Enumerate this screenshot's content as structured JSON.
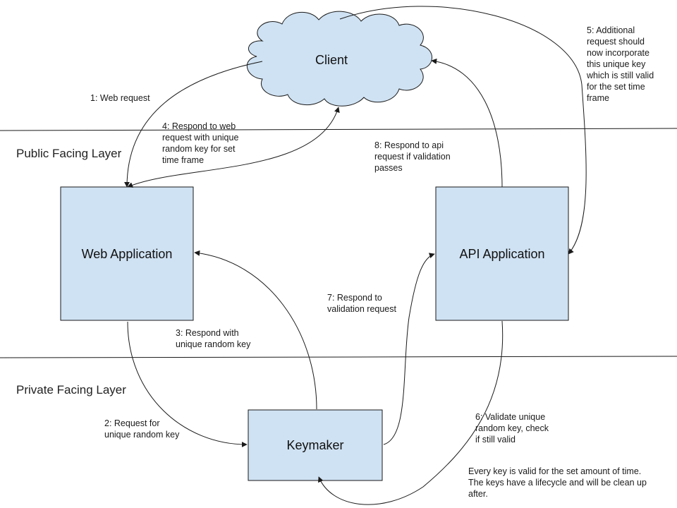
{
  "colors": {
    "box_fill": "#cfe2f3",
    "stroke": "#1a1a1a"
  },
  "layers": {
    "public": "Public Facing Layer",
    "private": "Private Facing Layer"
  },
  "nodes": {
    "client": "Client",
    "web_app": "Web Application",
    "api_app": "API Application",
    "keymaker": "Keymaker"
  },
  "edges": {
    "e1": "1: Web request",
    "e2": "2: Request for\nunique random key",
    "e3": "3: Respond with\nunique random key",
    "e4": "4: Respond to web\nrequest with unique\nrandom key for set\ntime frame",
    "e5": "5: Additional\nrequest should\nnow incorporate\nthis unique key\nwhich is still valid\nfor the set time\nframe",
    "e6": "6: Validate unique\nrandom key, check\nif still valid",
    "e7": "7: Respond to\nvalidation request",
    "e8": "8: Respond to api\nrequest if validation\npasses"
  },
  "note": "Every key is valid for the set amount of time.\nThe keys have a lifecycle and will be clean up\nafter."
}
